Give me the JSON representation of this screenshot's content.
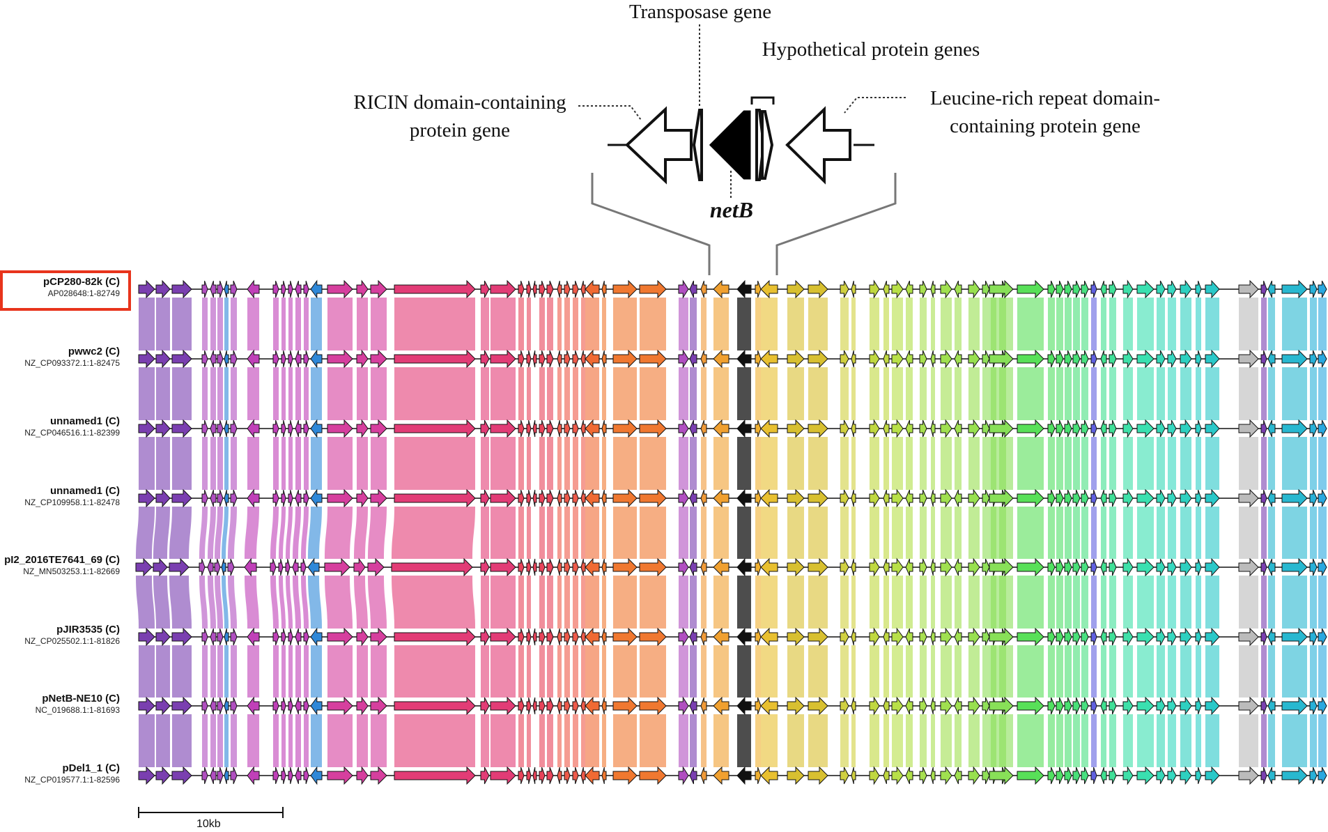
{
  "annotations": {
    "transposase": "Transposase gene",
    "hypothetical": "Hypothetical protein genes",
    "ricin_line1": "RICIN domain-containing",
    "ricin_line2": "protein gene",
    "leucine_line1": "Leucine-rich repeat domain-",
    "leucine_line2": "containing protein gene",
    "netb": "netB"
  },
  "sequences": [
    {
      "name": "pCP280-82k (C)",
      "accession": "AP028648:1-82749",
      "highlighted": true
    },
    {
      "name": "pwwc2 (C)",
      "accession": "NZ_CP093372.1:1-82475",
      "highlighted": false
    },
    {
      "name": "unnamed1 (C)",
      "accession": "NZ_CP046516.1:1-82399",
      "highlighted": false
    },
    {
      "name": "unnamed1 (C)",
      "accession": "NZ_CP109958.1:1-82478",
      "highlighted": false
    },
    {
      "name": "pI2_2016TE7641_69 (C)",
      "accession": "NZ_MN503253.1:1-82669",
      "highlighted": false
    },
    {
      "name": "pJIR3535 (C)",
      "accession": "NZ_CP025502.1:1-81826",
      "highlighted": false
    },
    {
      "name": "pNetB-NE10 (C)",
      "accession": "NC_019688.1:1-81693",
      "highlighted": false
    },
    {
      "name": "pDel1_1 (C)",
      "accession": "NZ_CP019577.1:1-82596",
      "highlighted": false
    }
  ],
  "scale_bar": {
    "label": "10kb",
    "length_kb": 10
  },
  "colors": {
    "highlight": "#e8341c",
    "netb_gene": "#000000",
    "backbone": "#111111"
  }
}
